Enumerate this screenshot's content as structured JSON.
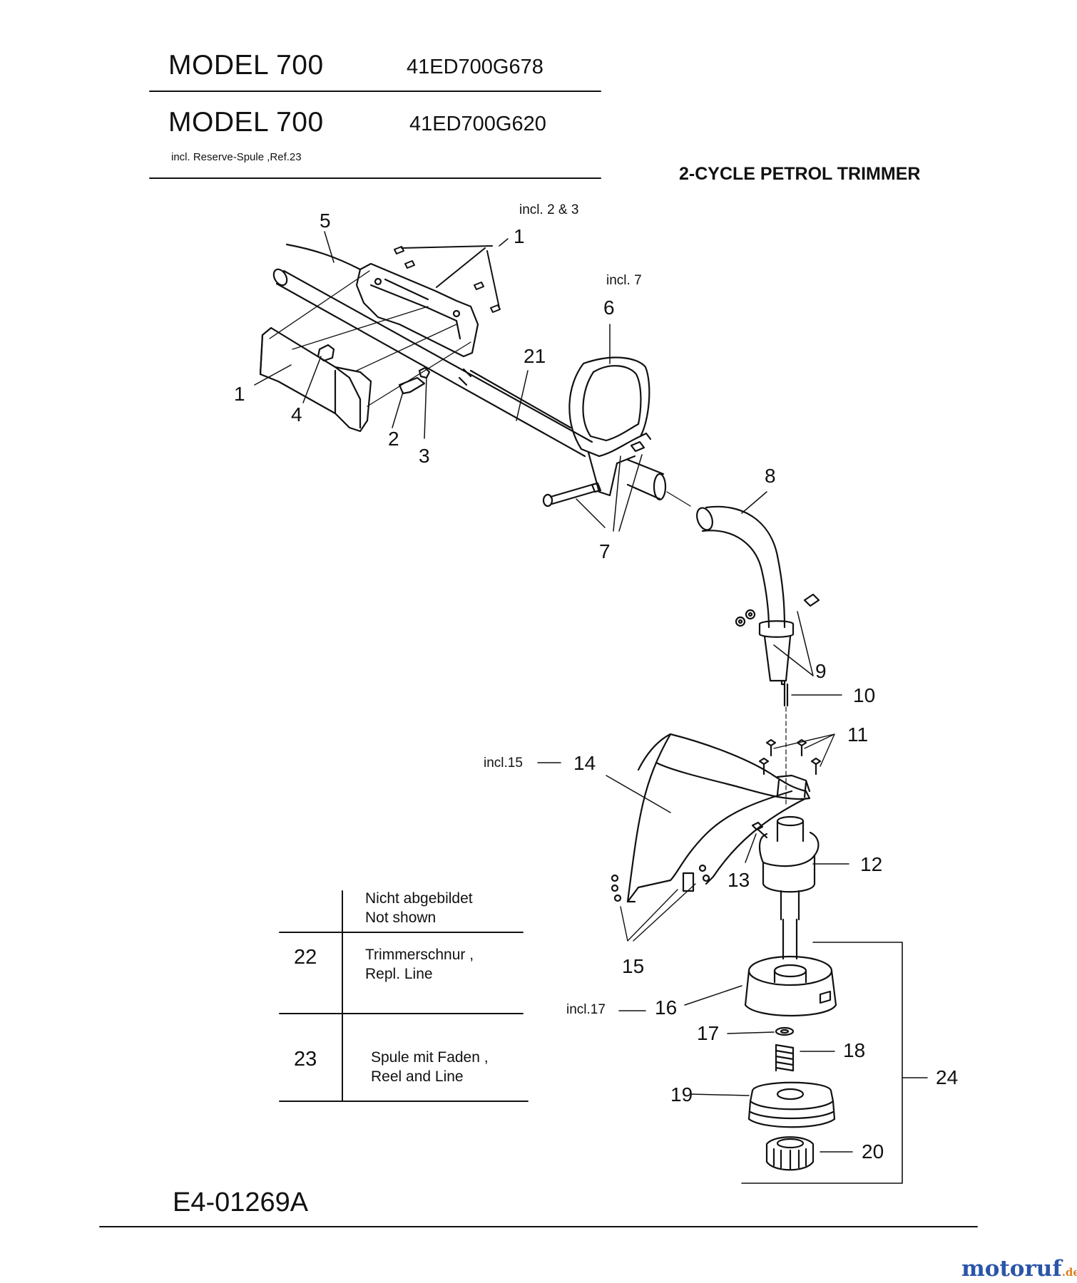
{
  "header": {
    "models": [
      {
        "model": "MODEL 700",
        "code": "41ED700G678"
      },
      {
        "model": "MODEL 700",
        "code": "41ED700G620"
      }
    ],
    "note": "incl. Reserve-Spule ,Ref.23",
    "product": "2-CYCLE PETROL TRIMMER"
  },
  "callouts": {
    "c1a": "1",
    "c1b": "1",
    "c2": "2",
    "c3": "3",
    "c4": "4",
    "c5": "5",
    "c6": "6",
    "c7": "7",
    "c8": "8",
    "c9": "9",
    "c10": "10",
    "c11": "11",
    "c12": "12",
    "c13": "13",
    "c14": "14",
    "c15": "15",
    "c16": "16",
    "c17": "17",
    "c18": "18",
    "c19": "19",
    "c20": "20",
    "c21": "21",
    "c24": "24"
  },
  "includes": {
    "i1": "incl. 2 & 3",
    "i6": "incl. 7",
    "i14": "incl.15",
    "i16": "incl.17"
  },
  "not_shown_table": {
    "header": [
      "Nicht abgebildet",
      "Not shown"
    ],
    "rows": [
      {
        "ref": "22",
        "lines": [
          "Trimmerschnur ,",
          "Repl. Line"
        ]
      },
      {
        "ref": "23",
        "lines": [
          "Spule mit Faden ,",
          "Reel and Line"
        ]
      }
    ]
  },
  "footer": {
    "drawing_id": "E4-01269A",
    "watermark_main": "motoruf",
    "watermark_suffix": ".de"
  },
  "colors": {
    "ink": "#111111",
    "watermark_blue": "#2a55a8",
    "watermark_orange": "#e08020"
  }
}
